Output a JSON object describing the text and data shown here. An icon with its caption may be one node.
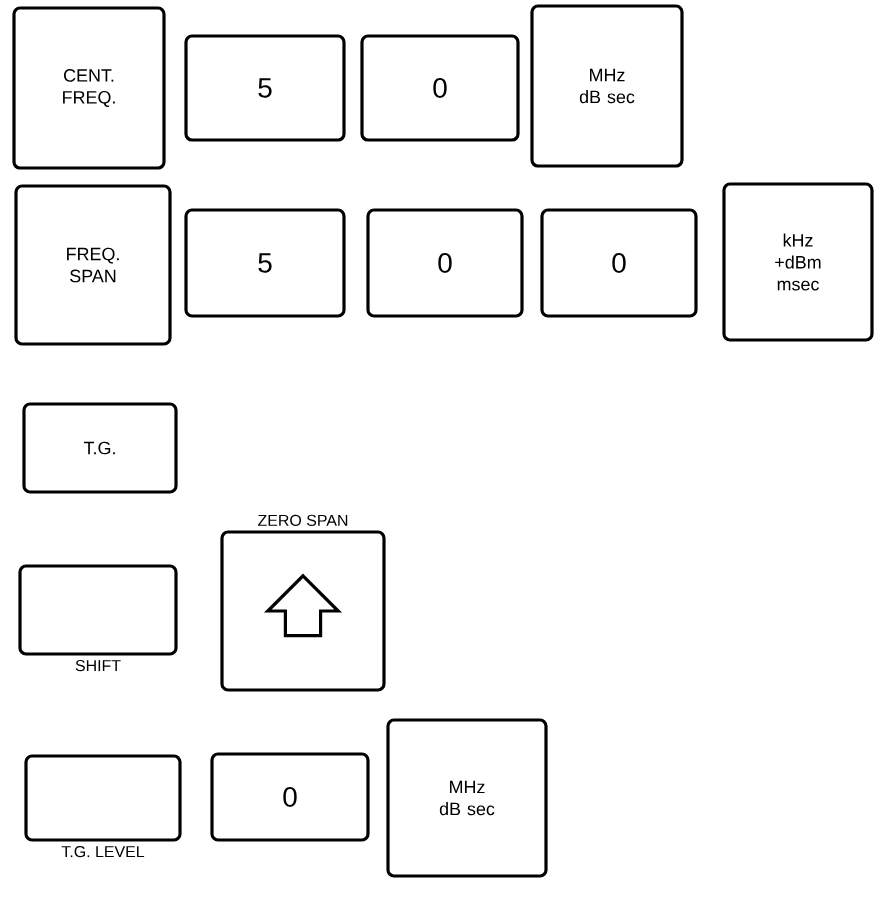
{
  "diagram": {
    "nodes": [
      {
        "text": [
          "CENT. FREQ."
        ]
      },
      {
        "text": [
          "5"
        ]
      },
      {
        "text": [
          "0"
        ]
      },
      {
        "text": [
          "MHz dB sec"
        ]
      },
      {
        "text": [
          "FREQ. SPAN"
        ]
      },
      {
        "text": [
          "5"
        ]
      },
      {
        "text": [
          "0"
        ]
      },
      {
        "text": [
          "0"
        ]
      },
      {
        "text": [
          "kHz +dBm msec"
        ]
      },
      {
        "text": [
          "T.G."
        ]
      },
      {
        "text": [
          "SHIFT"
        ]
      },
      {
        "text": [
          "ZERO SPAN"
        ]
      },
      {
        "text": [
          "T.G. LEVEL"
        ]
      },
      {
        "text": [
          "0"
        ]
      },
      {
        "text": [
          "MHz dB sec"
        ]
      }
    ]
  }
}
